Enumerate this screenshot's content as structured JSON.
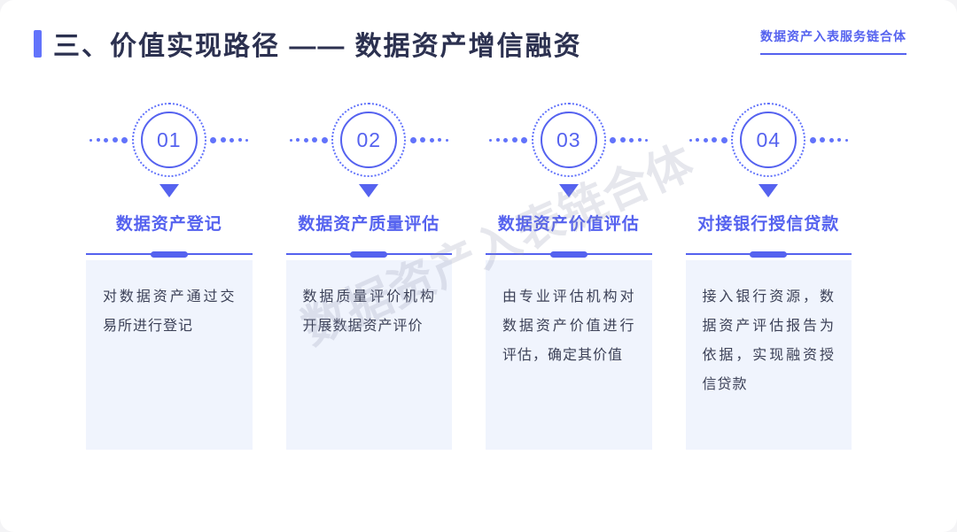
{
  "slide": {
    "title": "三、价值实现路径 —— 数据资产增信融资",
    "corner_badge": "数据资产入表服务链合体",
    "watermark": "数据资产入表链合体"
  },
  "colors": {
    "accent": "#5562EF",
    "accent_bright": "#6273FB",
    "title_text": "#2C3150",
    "card_bg": "#F0F4FD",
    "card_text": "#3C4157"
  },
  "steps": [
    {
      "number": "01",
      "title": "数据资产登记",
      "description": "对数据资产通过交易所进行登记"
    },
    {
      "number": "02",
      "title": "数据资产质量评估",
      "description": "数据质量评价机构开展数据资产评价"
    },
    {
      "number": "03",
      "title": "数据资产价值评估",
      "description": "由专业评估机构对数据资产价值进行评估，确定其价值"
    },
    {
      "number": "04",
      "title": "对接银行授信贷款",
      "description": "接入银行资源，数据资产评估报告为依据，实现融资授信贷款"
    }
  ]
}
